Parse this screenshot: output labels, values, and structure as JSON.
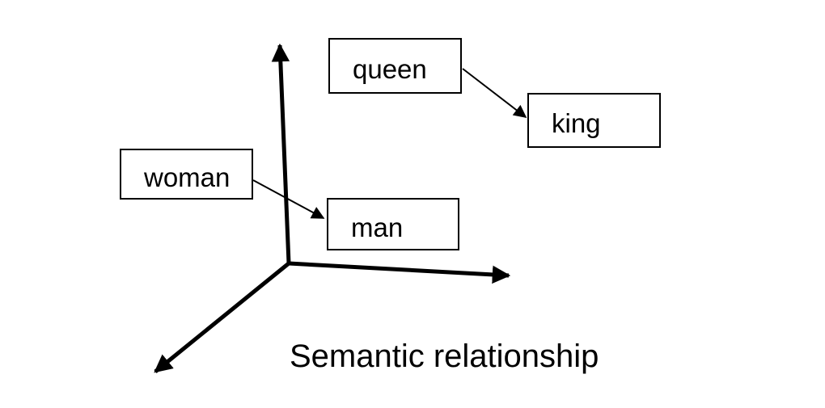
{
  "diagram": {
    "caption": "Semantic relationship",
    "nodes": [
      {
        "id": "queen",
        "label": "queen"
      },
      {
        "id": "king",
        "label": "king"
      },
      {
        "id": "woman",
        "label": "woman"
      },
      {
        "id": "man",
        "label": "man"
      }
    ],
    "edges": [
      {
        "from": "queen",
        "to": "king"
      },
      {
        "from": "woman",
        "to": "man"
      }
    ],
    "axes": {
      "count": 3
    },
    "colors": {
      "background": "#ffffff",
      "line": "#000000",
      "box_border": "#000000",
      "text": "#000000"
    }
  }
}
